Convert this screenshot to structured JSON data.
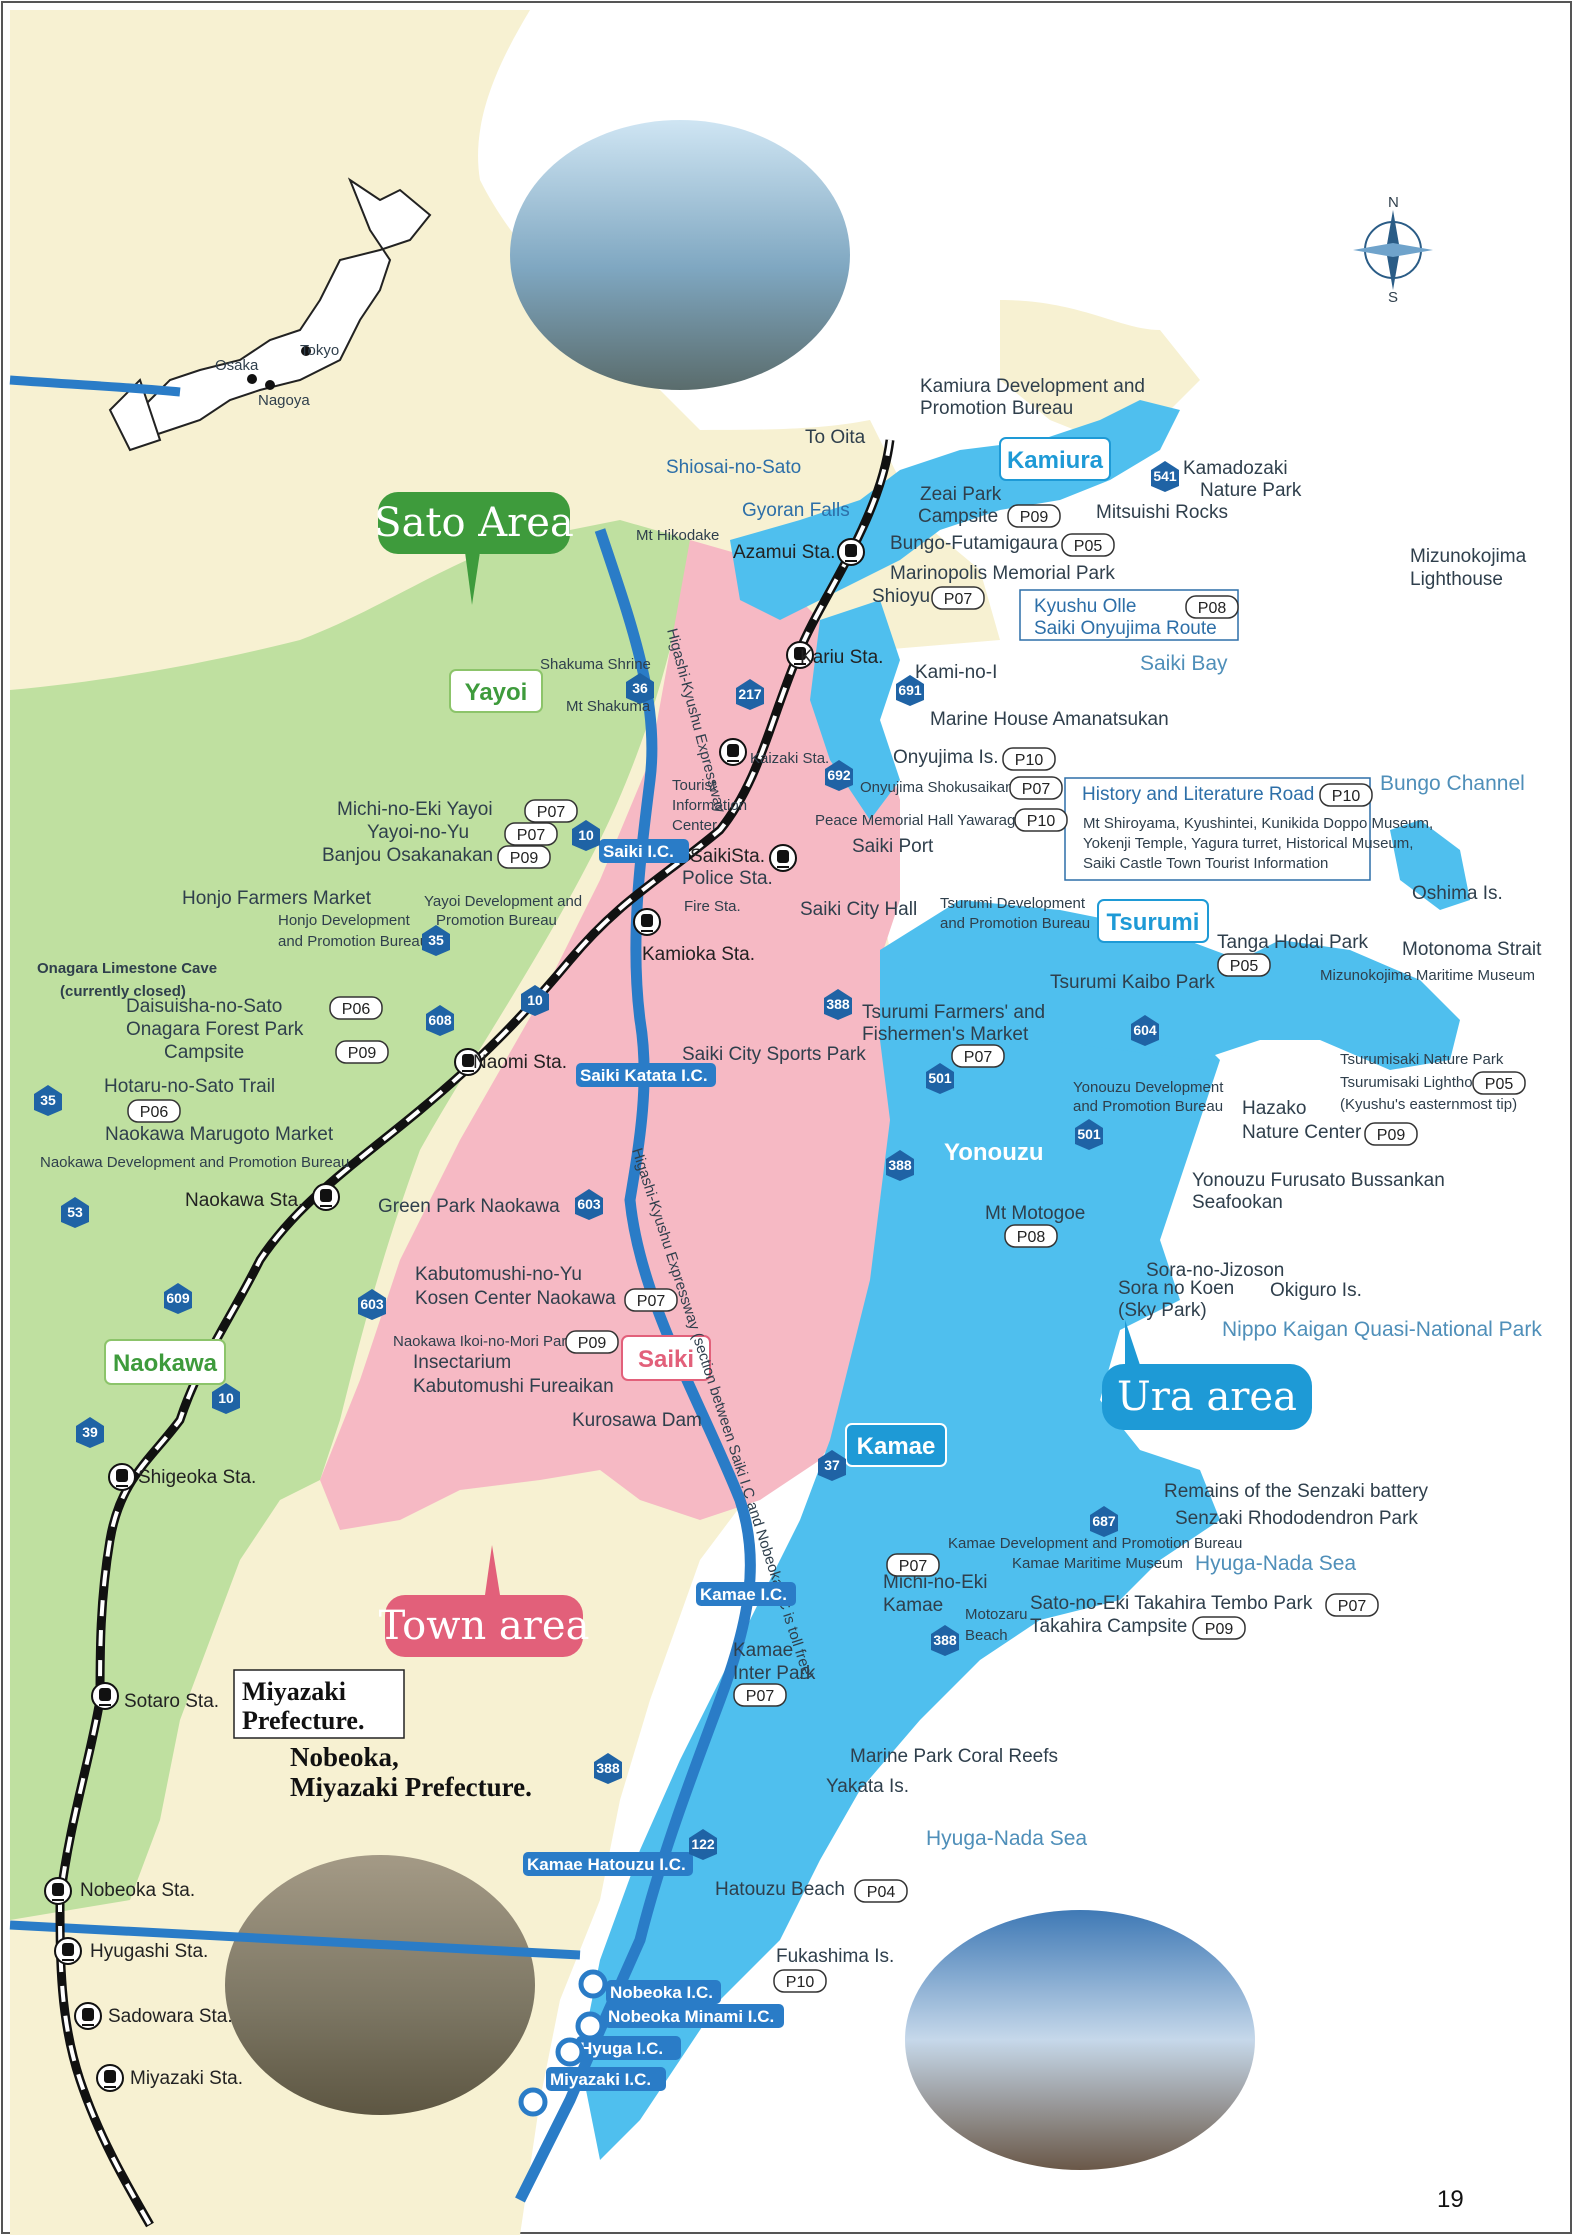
{
  "page_number": "19",
  "areas": {
    "sato": "Sato Area",
    "town": "Town area",
    "ura": "Ura area",
    "yayoi": "Yayoi",
    "naokawa": "Naokawa",
    "saiki": "Saiki",
    "kamiura": "Kamiura",
    "tsurumi": "Tsurumi",
    "yonouzu": "Yonouzu",
    "kamae": "Kamae"
  },
  "inset_japan": {
    "cities": [
      "Tokyo",
      "Osaka",
      "Nagoya"
    ]
  },
  "seas": {
    "saiki_bay": "Saiki Bay",
    "bungo_channel": "Bungo Channel",
    "hyuga_nada_1": "Hyuga-Nada Sea",
    "hyuga_nada_2": "Hyuga-Nada Sea",
    "nippo": "Nippo Kaigan Quasi-National Park",
    "motonoma": "Motonoma Strait"
  },
  "stations": {
    "azamui": "Azamui Sta.",
    "kariu": "Kariu Sta.",
    "kaizaki": "Kaizaki Sta.",
    "saiki": "SaikiSta.",
    "kamioka": "Kamioka Sta.",
    "naomi": "Naomi Sta.",
    "naokawa": "Naokawa Sta.",
    "shigeoka": "Shigeoka Sta.",
    "sotaro": "Sotaro Sta.",
    "nobeoka": "Nobeoka Sta.",
    "hyugashi": "Hyugashi Sta.",
    "sadowara": "Sadowara Sta.",
    "miyazaki": "Miyazaki Sta."
  },
  "interchanges": {
    "saiki": "Saiki I.C.",
    "saiki_katata": "Saiki Katata I.C.",
    "kamae": "Kamae I.C.",
    "kamae_hatouzu": "Kamae Hatouzu I.C.",
    "nobeoka": "Nobeoka I.C.",
    "nobeoka_minami": "Nobeoka Minami I.C.",
    "hyuga": "Hyuga I.C.",
    "miyazaki": "Miyazaki I.C."
  },
  "expressway": {
    "north": "Higashi-Kyushu Expressway",
    "south": "Higashi-Kyushu Expressway (section between Saiki I.C and Nobeoka I.C is toll free)"
  },
  "routes": [
    "541",
    "691",
    "217",
    "36",
    "692",
    "10",
    "35",
    "608",
    "10",
    "35",
    "53",
    "609",
    "39",
    "10",
    "603",
    "603",
    "388",
    "604",
    "501",
    "501",
    "388",
    "37",
    "687",
    "388",
    "388",
    "122"
  ],
  "places": {
    "to_oita": "To Oita",
    "shiosai": "Shiosai-no-Sato",
    "gyoran": "Gyoran Falls",
    "mt_hikodake": "Mt Hikodake",
    "kamiura_dev_1": "Kamiura Development and",
    "kamiura_dev_2": "Promotion Bureau",
    "kamadozaki_1": "Kamadozaki",
    "kamadozaki_2": "Nature Park",
    "zeai_1": "Zeai Park",
    "zeai_2": "Campsite",
    "mitsuishi": "Mitsuishi Rocks",
    "bungo_futamigaura": "Bungo-Futamigaura",
    "marinopolis": "Marinopolis Memorial Park",
    "shioyu": "Shioyu",
    "mizunokojima_1": "Mizunokojima",
    "mizunokojima_2": "Lighthouse",
    "kyushu_olle_1": "Kyushu Olle",
    "kyushu_olle_2": "Saiki Onyujima Route",
    "kami_no_i": "Kami-no-I",
    "marine_house": "Marine House Amanatsukan",
    "onyujima": "Onyujima Is.",
    "onyujima_shoku": "Onyujima Shokusaikan",
    "shakuma_shrine": "Shakuma Shrine",
    "mt_shakuma": "Mt Shakuma",
    "history_title": "History and Literature Road",
    "history_line1": "Mt Shiroyama, Kyushintei, Kunikida Doppo Museum,",
    "history_line2": "Yokenji Temple, Yagura turret, Historical Museum,",
    "history_line3": "Saiki Castle Town Tourist Information",
    "peace_memorial": "Peace Memorial Hall Yawaragi",
    "saiki_port": "Saiki Port",
    "tourist_1": "Tourist",
    "tourist_2": "Information",
    "tourist_3": "Center",
    "police": "Police Sta.",
    "fire": "Fire Sta.",
    "saiki_city_hall": "Saiki City Hall",
    "michi_yayoi": "Michi-no-Eki Yayoi",
    "yayoi_no_yu": "Yayoi-no-Yu",
    "banjou": "Banjou Osakanakan",
    "yayoi_dev_1": "Yayoi Development and",
    "yayoi_dev_2": "Promotion Bureau",
    "honjo_farmers": "Honjo Farmers Market",
    "honjo_dev_1": "Honjo Development",
    "honjo_dev_2": "and Promotion Bureau",
    "onagara_cave_1": "Onagara Limestone Cave",
    "onagara_cave_2": "(currently closed)",
    "daisuisha": "Daisuisha-no-Sato",
    "onagara_forest": "Onagara Forest Park",
    "campsite": "Campsite",
    "hotaru": "Hotaru-no-Sato Trail",
    "naokawa_marugoto": "Naokawa Marugoto Market",
    "naokawa_dev": "Naokawa Development and Promotion Bureau",
    "green_park": "Green Park Naokawa",
    "kabutomushi_1": "Kabutomushi-no-Yu",
    "kabutomushi_2": "Kosen Center Naokawa",
    "naokawa_ikoi": "Naokawa Ikoi-no-Mori Park",
    "insectarium_1": "Insectarium",
    "insectarium_2": "Kabutomushi Fureaikan",
    "kurosawa": "Kurosawa Dam",
    "sports_park": "Saiki City Sports Park",
    "tsurumi_dev_1": "Tsurumi Development",
    "tsurumi_dev_2": "and Promotion Bureau",
    "tsurumi_kaibo": "Tsurumi Kaibo Park",
    "tsurumi_farmers_1": "Tsurumi Farmers' and",
    "tsurumi_farmers_2": "Fishermen's Market",
    "oshima": "Oshima Is.",
    "tanga": "Tanga Hodai Park",
    "mizunokojima_museum": "Mizunokojima Maritime Museum",
    "tsurumisaki_park": "Tsurumisaki Nature Park",
    "tsurumisaki_lh": "Tsurumisaki Lighthouse",
    "easternmost": "(Kyushu's easternmost tip)",
    "hazako_1": "Hazako",
    "hazako_2": "Nature Center",
    "yonouzu_dev_1": "Yonouzu Development",
    "yonouzu_dev_2": "and Promotion Bureau",
    "mt_motogoe": "Mt Motogoe",
    "yonouzu_furusato_1": "Yonouzu Furusato Bussankan",
    "yonouzu_furusato_2": "Seafookan",
    "sora_jizoson": "Sora-no-Jizoson",
    "sora_koen_1": "Sora no Koen",
    "sora_koen_2": "(Sky Park)",
    "okiguro": "Okiguro Is.",
    "senzaki_battery": "Remains of the Senzaki battery",
    "senzaki_rhodo": "Senzaki Rhododendron Park",
    "kamae_dev": "Kamae Development and Promotion Bureau",
    "kamae_maritime": "Kamae Maritime Museum",
    "michi_kamae_1": "Michi-no-Eki",
    "michi_kamae_2": "Kamae",
    "motozaru_1": "Motozaru",
    "motozaru_2": "Beach",
    "takahira_tembo": "Sato-no-Eki Takahira Tembo Park",
    "takahira_camp": "Takahira Campsite",
    "kamae_inter_1": "Kamae",
    "kamae_inter_2": "Inter Park",
    "marine_park_coral": "Marine Park Coral Reefs",
    "yakata": "Yakata Is.",
    "hatouzu_beach": "Hatouzu Beach",
    "fukashima": "Fukashima Is.",
    "miyazaki_pref_1": "Miyazaki",
    "miyazaki_pref_2": "Prefecture.",
    "nobeoka_pref_1": "Nobeoka,",
    "nobeoka_pref_2": "Miyazaki Prefecture."
  },
  "compass": {
    "n": "N",
    "s": "S"
  },
  "page_refs": {
    "zeai": "P09",
    "bungo_futamigaura": "P05",
    "shioyu": "P07",
    "kyushu_olle": "P08",
    "onyujima": "P10",
    "onyujima_shoku": "P07",
    "history": "P10",
    "peace_memorial": "P10",
    "michi_yayoi": "P07",
    "yayoi_no_yu": "P07",
    "banjou": "P09",
    "daisuisha": "P06",
    "onagara_forest": "P09",
    "hotaru": "P06",
    "kabutomushi": "P07",
    "naokawa_ikoi": "P09",
    "tsurumi_farmers": "P07",
    "tanga": "P05",
    "tsurumisaki_lh": "P05",
    "hazako": "P09",
    "mt_motogoe": "P08",
    "michi_kamae": "P07",
    "takahira_tembo": "P07",
    "takahira_camp": "P09",
    "kamae_inter": "P07",
    "hatouzu": "P04",
    "fukashima": "P10"
  },
  "colors": {
    "sea": "#ffffff",
    "kyushu_land": "#f7f1d2",
    "sato_green": "#bfe0a0",
    "town_pink": "#f6b9c4",
    "ura_blue": "#4fbfee",
    "sato_badge": "#3e9b3c",
    "town_badge": "#e2607a",
    "ura_badge": "#1e9ad6"
  }
}
